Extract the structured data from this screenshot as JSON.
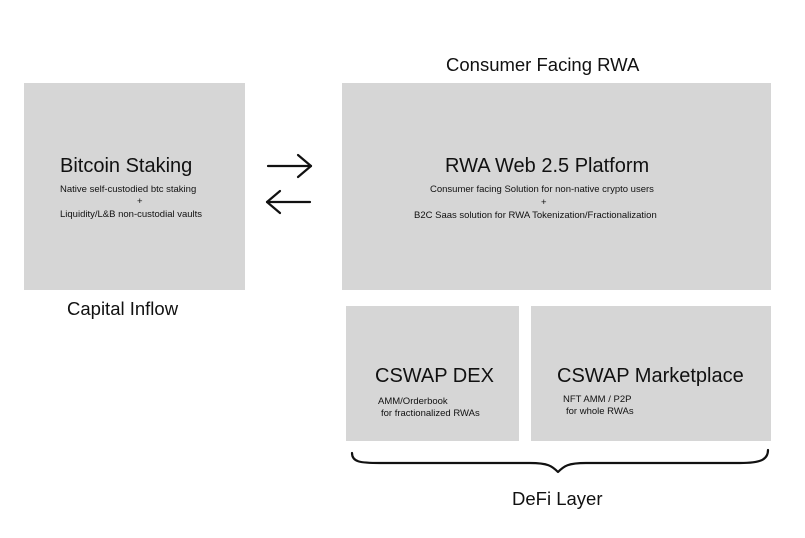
{
  "consumer_facing_title": "Consumer Facing RWA",
  "bitcoin_staking": {
    "title": "Bitcoin Staking",
    "line1": "Native self-custodied btc staking",
    "plus": "+",
    "line2": "Liquidity/L&B non-custodial vaults"
  },
  "capital_inflow_label": "Capital Inflow",
  "rwa_platform": {
    "title": "RWA Web 2.5 Platform",
    "line1": "Consumer facing Solution for non-native crypto users",
    "plus": "+",
    "line2": "B2C Saas solution for RWA Tokenization/Fractionalization"
  },
  "cswap_dex": {
    "title": "CSWAP DEX",
    "line1": "AMM/Orderbook",
    "line2": "for fractionalized RWAs"
  },
  "cswap_marketplace": {
    "title": "CSWAP Marketplace",
    "line1": "NFT AMM / P2P",
    "line2": "for whole RWAs"
  },
  "defi_layer_label": "DeFi Layer",
  "colors": {
    "box_fill": "#d6d6d6",
    "text": "#111111",
    "background": "#ffffff"
  }
}
